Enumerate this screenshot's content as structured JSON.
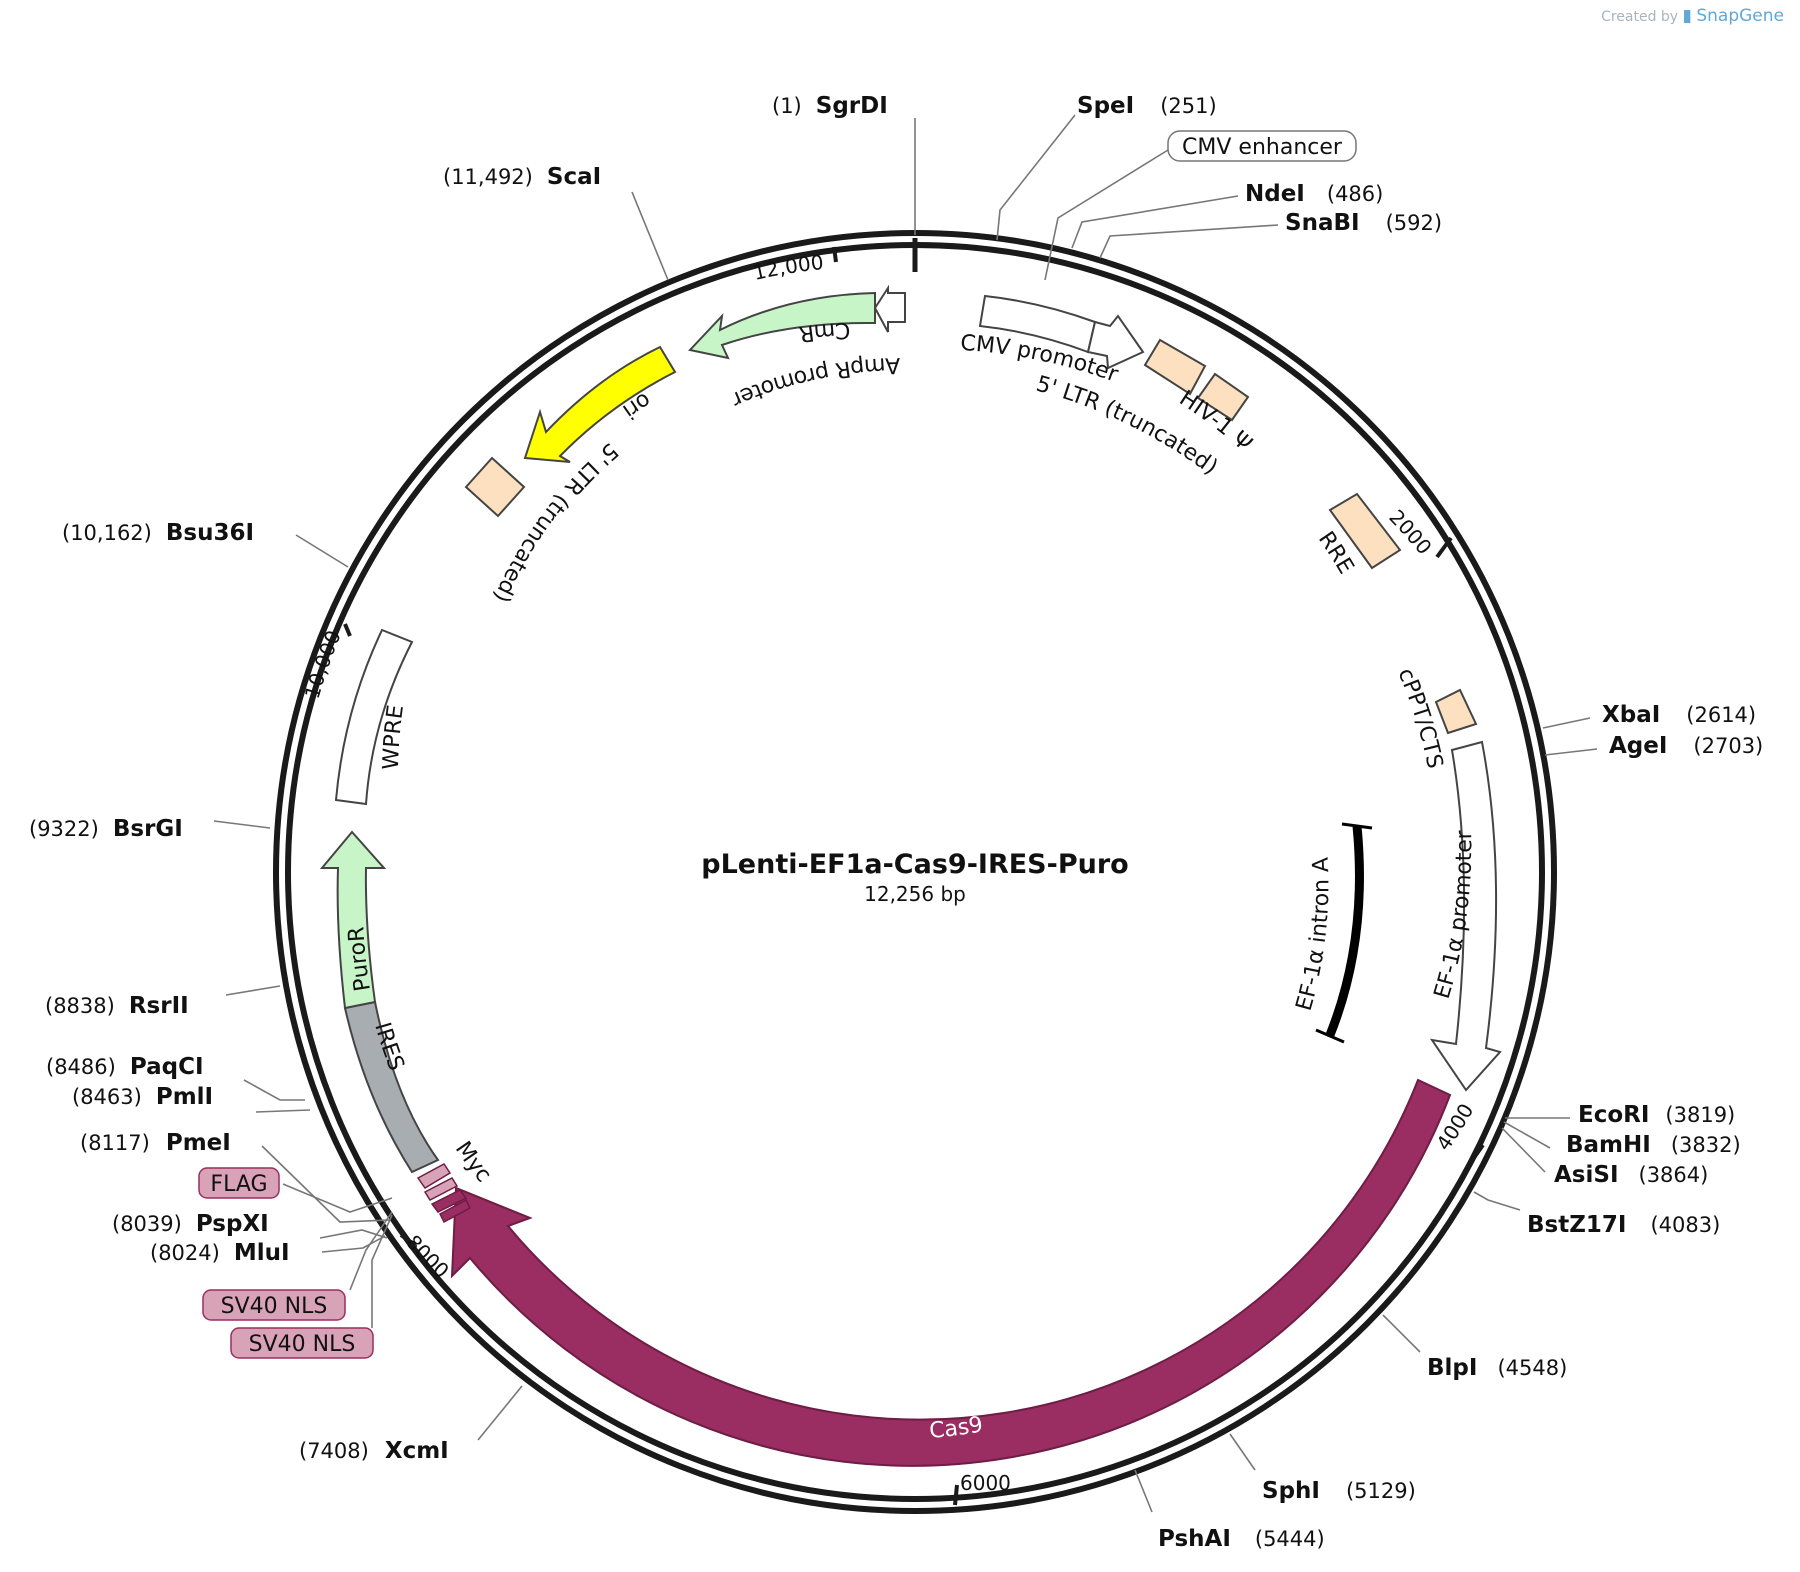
{
  "credit": {
    "prefix": "Created by",
    "brand": "SnapGene"
  },
  "plasmid": {
    "name": "pLenti-EF1a-Cas9-IRES-Puro",
    "size_label": "12,256 bp",
    "length": 12256
  },
  "ticks": [
    {
      "bp": 2000,
      "label": "2000"
    },
    {
      "bp": 4000,
      "label": "4000"
    },
    {
      "bp": 6000,
      "label": "6000"
    },
    {
      "bp": 8000,
      "label": "8000"
    },
    {
      "bp": 10000,
      "label": "10,000"
    },
    {
      "bp": 12000,
      "label": "12,000"
    }
  ],
  "sites": [
    {
      "name": "SgrDI",
      "pos": "(1)",
      "bp": 1
    },
    {
      "name": "SpeI",
      "pos": "(251)",
      "bp": 251
    },
    {
      "name": "NdeI",
      "pos": "(486)",
      "bp": 486
    },
    {
      "name": "SnaBI",
      "pos": "(592)",
      "bp": 592
    },
    {
      "name": "XbaI",
      "pos": "(2614)",
      "bp": 2614
    },
    {
      "name": "AgeI",
      "pos": "(2703)",
      "bp": 2703
    },
    {
      "name": "EcoRI",
      "pos": "(3819)",
      "bp": 3819
    },
    {
      "name": "BamHI",
      "pos": "(3832)",
      "bp": 3832
    },
    {
      "name": "AsiSI",
      "pos": "(3864)",
      "bp": 3864
    },
    {
      "name": "BstZ17I",
      "pos": "(4083)",
      "bp": 4083
    },
    {
      "name": "BlpI",
      "pos": "(4548)",
      "bp": 4548
    },
    {
      "name": "SphI",
      "pos": "(5129)",
      "bp": 5129
    },
    {
      "name": "PshAI",
      "pos": "(5444)",
      "bp": 5444
    },
    {
      "name": "XcmI",
      "pos": "(7408)",
      "bp": 7408
    },
    {
      "name": "MluI",
      "pos": "(8024)",
      "bp": 8024
    },
    {
      "name": "PspXI",
      "pos": "(8039)",
      "bp": 8039
    },
    {
      "name": "PmeI",
      "pos": "(8117)",
      "bp": 8117
    },
    {
      "name": "PmlI",
      "pos": "(8463)",
      "bp": 8463
    },
    {
      "name": "PaqCI",
      "pos": "(8486)",
      "bp": 8486
    },
    {
      "name": "RsrII",
      "pos": "(8838)",
      "bp": 8838
    },
    {
      "name": "BsrGI",
      "pos": "(9322)",
      "bp": 9322
    },
    {
      "name": "Bsu36I",
      "pos": "(10,162)",
      "bp": 10162
    },
    {
      "name": "ScaI",
      "pos": "(11,492)",
      "bp": 11492
    }
  ],
  "features": [
    {
      "name": "CMV enhancer",
      "color": "#ffffff"
    },
    {
      "name": "CMV promoter",
      "color": "#ffffff"
    },
    {
      "name": "5' LTR (truncated)",
      "color": "#fde0bf"
    },
    {
      "name": "HIV-1 Ψ",
      "color": "#fde0bf"
    },
    {
      "name": "RRE",
      "color": "#fde0bf"
    },
    {
      "name": "cPPT/CTS",
      "color": "#fde0bf"
    },
    {
      "name": "EF-1α promoter",
      "color": "#ffffff"
    },
    {
      "name": "EF-1α intron A",
      "color": "#000000"
    },
    {
      "name": "Cas9",
      "color": "#9a2d61"
    },
    {
      "name": "Myc",
      "color": "#d9a3b7"
    },
    {
      "name": "FLAG",
      "color": "#d9a3b7"
    },
    {
      "name": "SV40 NLS",
      "color": "#d9a3b7"
    },
    {
      "name": "SV40 NLS",
      "color": "#d9a3b7"
    },
    {
      "name": "IRES",
      "color": "#a8adb2"
    },
    {
      "name": "PuroR",
      "color": "#c8f5c8"
    },
    {
      "name": "WPRE",
      "color": "#ffffff"
    },
    {
      "name": "5' LTR (truncated)",
      "color": "#fde0bf"
    },
    {
      "name": "ori",
      "color": "#ffff00"
    },
    {
      "name": "CmR",
      "color": "#c8f5c8"
    },
    {
      "name": "AmpR promoter",
      "color": "#ffffff"
    }
  ]
}
